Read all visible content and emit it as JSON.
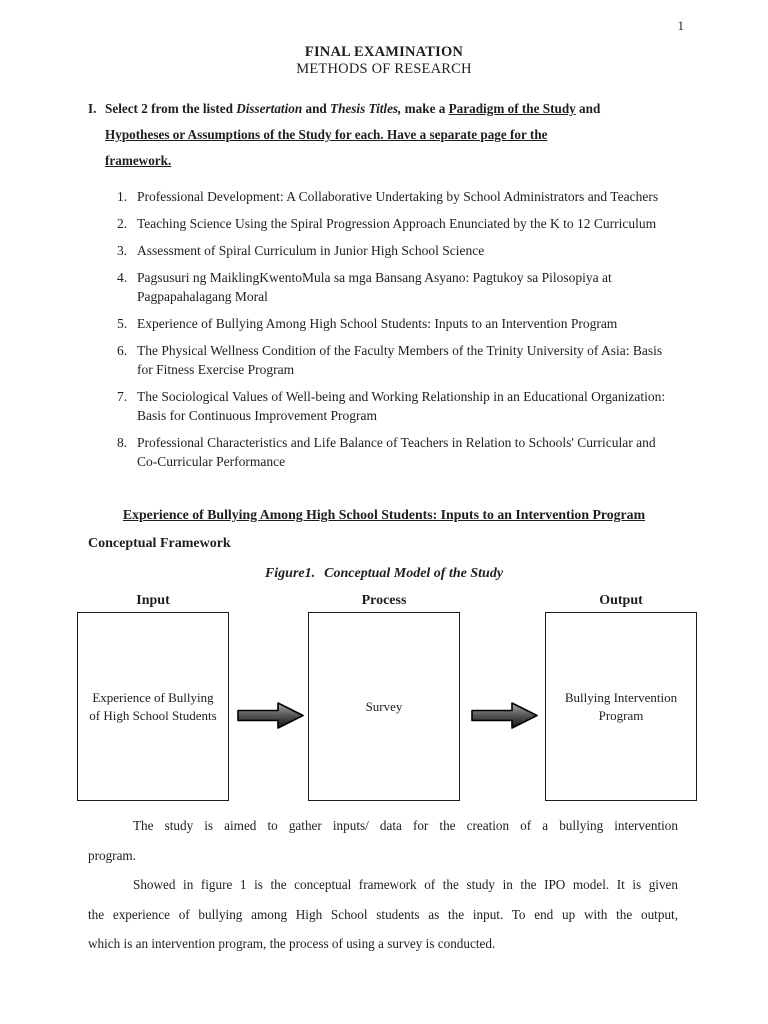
{
  "page_number": "1",
  "header": {
    "title": "FINAL EXAMINATION",
    "subtitle": "METHODS OF RESEARCH"
  },
  "instruction": {
    "numeral": "I.",
    "line1": {
      "s1": "Select 2 from the listed ",
      "s2": "Dissertation",
      "s3": " and ",
      "s4": "Thesis Titles,",
      "s5": " make a ",
      "s6": "Paradigm of the Study",
      "s7": " and"
    },
    "line2": "Hypotheses or Assumptions of the Study for each. Have a separate page for the",
    "line3": "framework."
  },
  "titles_list": {
    "items": [
      {
        "num": "1.",
        "text": "Professional Development: A Collaborative Undertaking by School Administrators and Teachers"
      },
      {
        "num": "2.",
        "text": "Teaching Science Using the Spiral Progression Approach Enunciated by the K to 12 Curriculum"
      },
      {
        "num": "3.",
        "text": "Assessment of Spiral Curriculum in Junior High School Science"
      },
      {
        "num": "4.",
        "text": "Pagsusuri ng MaiklingKwentoMula sa mga Bansang Asyano: Pagtukoy sa Pilosopiya at Pagpapahalagang Moral"
      },
      {
        "num": "5.",
        "text": "Experience of Bullying Among High School Students: Inputs to an Intervention Program"
      },
      {
        "num": "6.",
        "text": "The Physical Wellness Condition of the Faculty Members of the Trinity University of Asia: Basis for Fitness Exercise Program"
      },
      {
        "num": "7.",
        "text": "The Sociological Values of Well-being and Working Relationship in an Educational Organization: Basis for Continuous Improvement Program"
      },
      {
        "num": "8.",
        "text": "Professional Characteristics and Life Balance of Teachers in Relation to Schools' Curricular and Co-Curricular Performance"
      }
    ]
  },
  "selected_title": "Experience of Bullying Among High School Students: Inputs to an Intervention Program",
  "section_heading": "Conceptual Framework",
  "figure": {
    "caption_label": "Figure1.",
    "caption_text": "Conceptual Model of the Study",
    "columns": [
      {
        "label": "Input",
        "box_text": "Experience of Bullying of High School Students"
      },
      {
        "label": "Process",
        "box_text": "Survey"
      },
      {
        "label": "Output",
        "box_text": "Bullying Intervention Program"
      }
    ],
    "arrow_colors": {
      "top": "#a8a8a8",
      "middle": "#555555",
      "bottom": "#161616",
      "outline": "#000000"
    }
  },
  "body": {
    "p1_line1": "The study is aimed to gather inputs/ data for the creation of a bullying intervention",
    "p1_line2": "program.",
    "p2_line1": "Showed in figure 1 is the conceptual framework of the study in the IPO model. It is given",
    "p2_line2": "the experience of bullying among High School students as the input. To end up with the output,",
    "p2_line3": "which is an intervention program, the process of using a survey is conducted."
  }
}
